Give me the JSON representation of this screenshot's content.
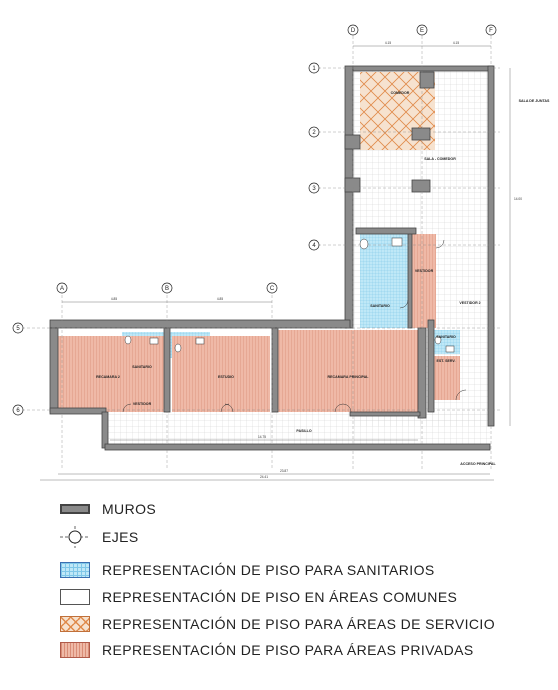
{
  "rooms": {
    "comedor": "COMEDOR",
    "sala_comedor": "SALA - COMEDOR",
    "sala_de_juntas": "SALA DE JUNTAS",
    "sanitario_main": "SANITARIO",
    "vestidor_main": "VESTIDOR",
    "vestidor2": "VESTIDOR 2",
    "recamara2": "RECAMARA 2",
    "sanitario_small": "SANITARIO",
    "vestidor_small": "VESTIDOR",
    "estudio": "ESTUDIO",
    "recamara_principal": "RECAMARA PRINCIPAL",
    "sanitario_right": "SANITARIO",
    "est_serv": "EST. SERV.",
    "pasillo": "PASILLO",
    "acceso_principal": "ACCESO PRINCIPAL"
  },
  "axes": {
    "columns_top": [
      "D",
      "E",
      "F"
    ],
    "columns_mid": [
      "A",
      "B",
      "C"
    ],
    "rows_right": [
      "1",
      "2",
      "3",
      "4"
    ],
    "rows_left": [
      "5",
      "6"
    ]
  },
  "dimensions": {
    "top_de": "4.15",
    "top_ef": "4.15",
    "mid_ab": "4.85",
    "mid_bc": "4.85",
    "bottom_total_inner": "23.87",
    "bottom_total": "24.41",
    "right_total": "14.00",
    "pasillo_len": "14.75"
  },
  "legend": {
    "muros": "MUROS",
    "ejes": "EJES",
    "sanitarios": "REPRESENTACIÓN DE PISO PARA SANITARIOS",
    "comunes": "REPRESENTACIÓN DE PISO EN ÁREAS COMUNES",
    "servicio": "REPRESENTACIÓN DE PISO PARA ÁREAS DE SERVICIO",
    "privadas": "REPRESENTACIÓN DE PISO PARA ÁREAS PRIVADAS"
  },
  "colors": {
    "wall": "#8a8a8a",
    "wall_stroke": "#444444",
    "sanitary": "#bfe8f7",
    "service": "#f6e2cf",
    "private": "#efb9a7"
  }
}
